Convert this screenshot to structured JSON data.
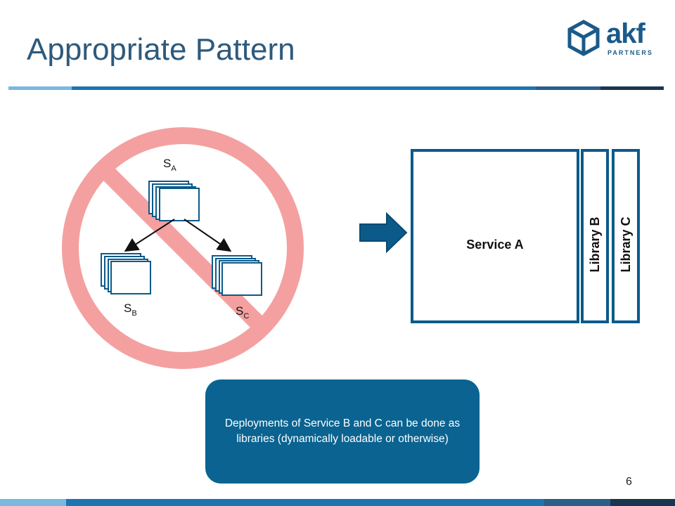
{
  "header": {
    "title": "Appropriate Pattern",
    "logo": {
      "brand": "akf",
      "sub": "PARTNERS",
      "icon": "cube-logo-icon"
    }
  },
  "diagram": {
    "left_nodes": {
      "sa": {
        "main": "S",
        "sub": "A"
      },
      "sb": {
        "main": "S",
        "sub": "B"
      },
      "sc": {
        "main": "S",
        "sub": "C"
      }
    },
    "prohibited_icon": "no-sign-icon",
    "arrow_icon": "right-arrow-icon",
    "service": "Service A",
    "libraries": [
      "Library B",
      "Library C"
    ]
  },
  "callout": "Deployments of Service B and C can be done as libraries (dynamically loadable or otherwise)",
  "page_number": "6",
  "colors": {
    "title": "#2e5a7c",
    "brand_blue": "#0a6390",
    "box_border": "#0b5a8a",
    "no_sign": "#f4a0a0"
  }
}
